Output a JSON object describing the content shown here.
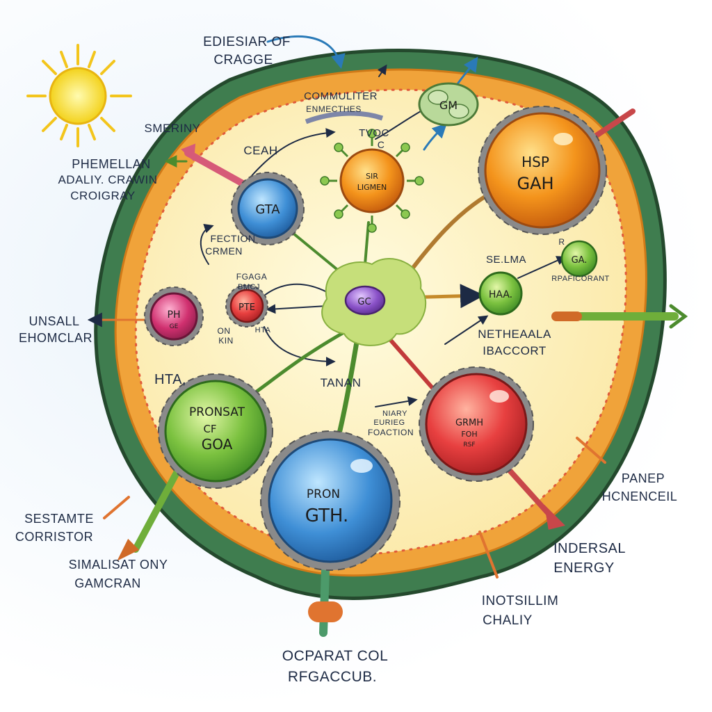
{
  "outside_labels": {
    "top": [
      "EDIESIAR OF",
      "CRAGGE"
    ],
    "smeriny": [
      "SMERINY"
    ],
    "phemellan": [
      "PHEMELLAN",
      "ADALIY. CRAWIN",
      "CROIGRAY"
    ],
    "unsall": [
      "UNSALL",
      "EHOMCLAR"
    ],
    "sestamte": [
      "SESTAMTE",
      "CORRISTOR"
    ],
    "simalisat": [
      "SIMALISAT ONY",
      "GAMCRAN"
    ],
    "bottom": [
      "OCPARAT COL",
      "RFGACCUB."
    ],
    "panep": [
      "PANEP",
      "HCNENCEIL"
    ],
    "indersal": [
      "INDERSAL",
      "ENERGY"
    ],
    "inotsillim": [
      "INOTSILLIM",
      "CHALIY"
    ]
  },
  "inner_labels": {
    "commuliter": [
      "COMMULITER",
      "ENMECTHES"
    ],
    "ceah": "CEAH",
    "tvoc": [
      "TVOC",
      "C"
    ],
    "fection": [
      "FECTION",
      "CRMEN"
    ],
    "fga_bmcj": [
      "FGAGA",
      "BMCJ"
    ],
    "on_kin": [
      "ON",
      "KIN"
    ],
    "hta_small": "HTA",
    "hta": "HTA,",
    "tanan": "TANAN",
    "se_lma": "SE.LMA",
    "r_label": "R",
    "rpaficorant": "RPAFICORANT",
    "nethealala": [
      "NETHEAALA",
      "IBACCORT"
    ],
    "niary": [
      "NIARY",
      "EURIEG",
      "FOACTION"
    ]
  },
  "organelles": {
    "blue_small": "GTA",
    "orange_center": [
      "SIR",
      "LIGMEN"
    ],
    "orange_big": [
      "HSP",
      "GAH"
    ],
    "purple_nucleus": "GC",
    "magenta_small": [
      "PH",
      "GE"
    ],
    "red_small": "PTE",
    "green_small_right": "GA.",
    "green_big_right": "HAA.",
    "green_big_left": [
      "PRONSAT",
      "CF",
      "GOA"
    ],
    "blue_big": [
      "PRON",
      "GTH."
    ],
    "red_big": [
      "GRMH",
      "FOH",
      "RSF"
    ],
    "cluster": "GM"
  },
  "colors": {
    "membrane_outer": "#3f7d4f",
    "membrane_inner": "#f0a33a",
    "cytoplasm": "#fdf3c6",
    "accent_blue": "#3f8fd6",
    "accent_orange": "#f08a1c",
    "accent_green": "#7cc240",
    "accent_red": "#e84040"
  }
}
